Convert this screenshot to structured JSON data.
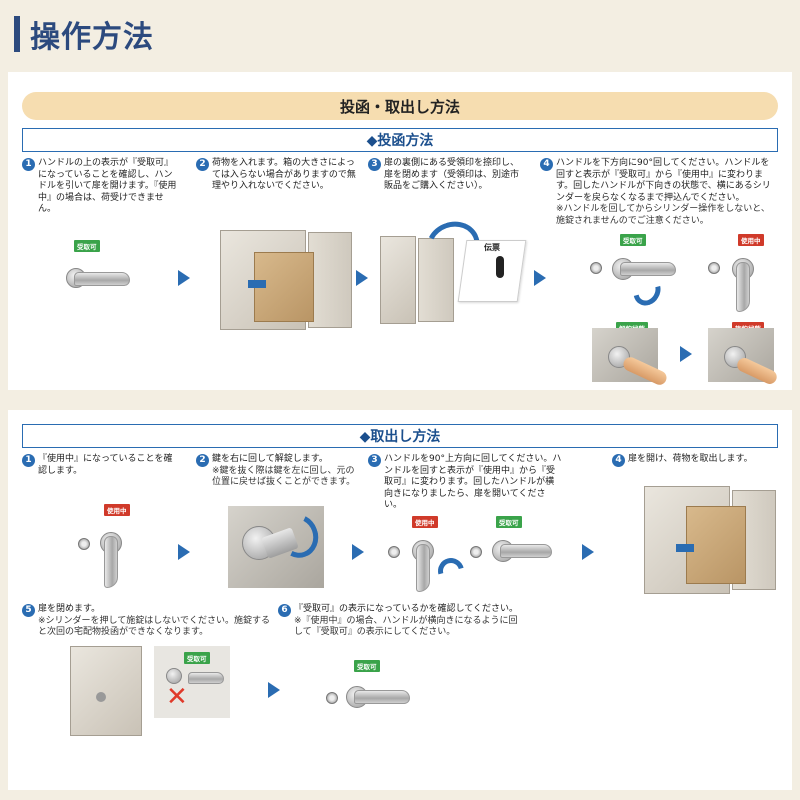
{
  "page_title": "操作方法",
  "banner": "投函・取出し方法",
  "section1": {
    "header": "◆投函方法",
    "steps": [
      {
        "num": "1",
        "text": "ハンドルの上の表示が『受取可』になっていることを確認し、ハンドルを引いて扉を開けます。『使用中』の場合は、荷受けできません。"
      },
      {
        "num": "2",
        "text": "荷物を入れます。箱の大きさによっては入らない場合がありますので無理やり入れないでください。"
      },
      {
        "num": "3",
        "text": "扉の裏側にある受領印を捺印し、扉を閉めます（受領印は、別途市販品をご購入ください）。"
      },
      {
        "num": "4",
        "text": "ハンドルを下方向に90°回してください。ハンドルを回すと表示が『受取可』から『使用中』に変わります。回したハンドルが下向きの状態で、横にあるシリンダーを戻らなくなるまで押込んでください。",
        "note": "※ハンドルを回してからシリンダー操作をしないと、施錠されませんのでご注意ください。"
      }
    ],
    "tags": {
      "s1": "受取可",
      "s4_left": "受取可",
      "s4_right": "使用中",
      "s4_bottom_left": "解錠状態",
      "s4_bottom_right": "施錠状態"
    },
    "slip_label": "伝票"
  },
  "section2": {
    "header": "◆取出し方法",
    "steps": [
      {
        "num": "1",
        "text": "『使用中』になっていることを確認します。"
      },
      {
        "num": "2",
        "text": "鍵を右に回して解錠します。",
        "note": "※鍵を抜く際は鍵を左に回し、元の位置に戻せば抜くことができます。"
      },
      {
        "num": "3",
        "text": "ハンドルを90°上方向に回してください。ハンドルを回すと表示が『使用中』から『受取可』に変わります。回したハンドルが横向きになりましたら、扉を開いてください。"
      },
      {
        "num": "4",
        "text": "扉を開け、荷物を取出します。"
      },
      {
        "num": "5",
        "text": "扉を閉めます。",
        "note": "※シリンダーを押して施錠はしないでください。施錠すると次回の宅配物投函ができなくなります。"
      },
      {
        "num": "6",
        "text": "『受取可』の表示になっているかを確認してください。",
        "note": "※『使用中』の場合、ハンドルが横向きになるように回して『受取可』の表示にしてください。"
      }
    ],
    "tags": {
      "s1": "使用中",
      "s3_left": "使用中",
      "s3_right": "受取可",
      "s5": "受取可",
      "s6": "受取可"
    }
  },
  "colors": {
    "accent": "#2a6cb2",
    "title": "#2c4a7e",
    "banner": "#f6ddb0",
    "green_tag": "#3aa34a",
    "red_tag": "#d03a2a",
    "background": "#f3eee2"
  }
}
